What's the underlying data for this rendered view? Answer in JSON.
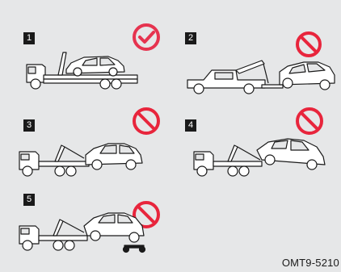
{
  "figure": {
    "code": "OMT9-5210",
    "items": [
      {
        "number": "1",
        "status": "allowed",
        "status_icon": "check-circle-icon",
        "method": "flatbed"
      },
      {
        "number": "2",
        "status": "prohibited",
        "status_icon": "prohibited-icon",
        "method": "wheel-lift-front-lifted"
      },
      {
        "number": "3",
        "status": "prohibited",
        "status_icon": "prohibited-icon",
        "method": "tow-truck-rear-lifted"
      },
      {
        "number": "4",
        "status": "prohibited",
        "status_icon": "prohibited-icon",
        "method": "tow-truck-front-lifted"
      },
      {
        "number": "5",
        "status": "prohibited",
        "status_icon": "prohibited-icon",
        "method": "tow-truck-with-dolly"
      }
    ]
  },
  "colors": {
    "background": "#e6e7e8",
    "check": "#e6334f",
    "prohibit": "#e8253c",
    "line": "#1a1a1a",
    "fill": "#ffffff"
  }
}
